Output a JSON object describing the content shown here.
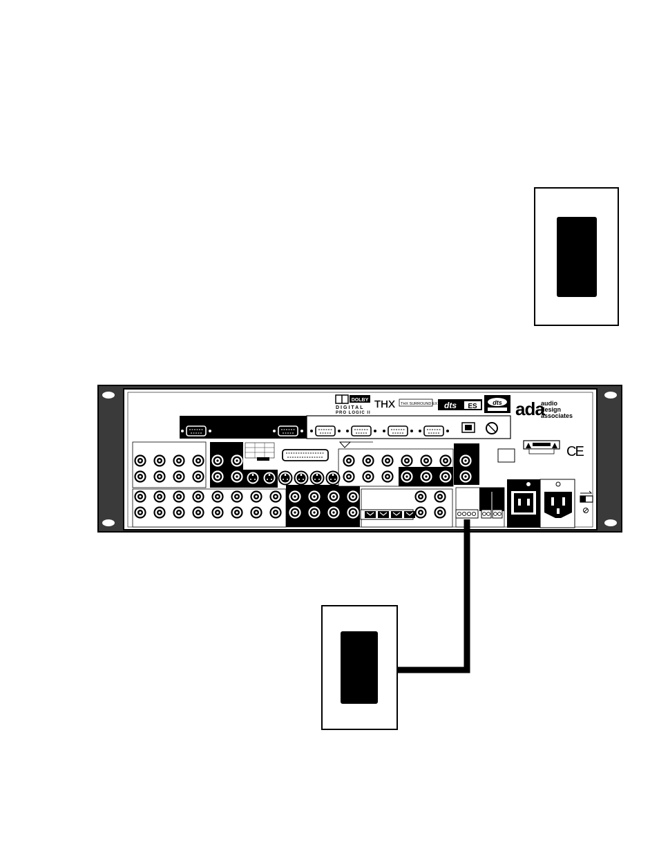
{
  "logos": {
    "dolby": "DOLBY",
    "digital": "DIGITAL",
    "prologic": "PRO LOGIC II",
    "thx": "THX",
    "thx_surround": "THX SURROUND EX",
    "dts": "dts",
    "es": "ES",
    "ada_mark": "ada",
    "ada_line1": "audio",
    "ada_line2": "design",
    "ada_line3": "associates",
    "ce": "CE"
  },
  "colors": {
    "ink": "#000000",
    "paper": "#ffffff",
    "rack_ear": "#3a3a3a"
  },
  "icons": [
    "keypad-icon",
    "cable-icon",
    "iec-power-inlet-icon",
    "rca-jack-icon",
    "svideo-jack-icon",
    "db9-port-icon"
  ]
}
